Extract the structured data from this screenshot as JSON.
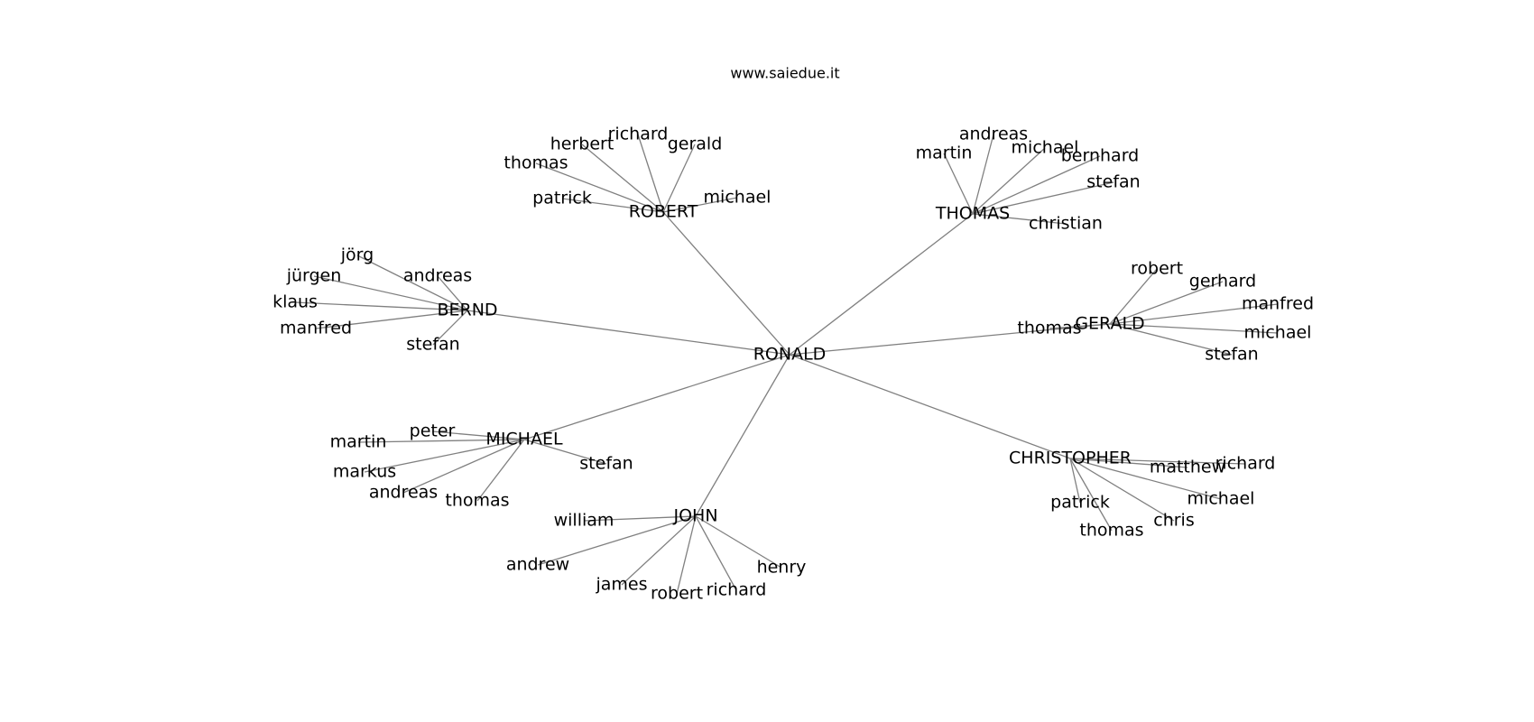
{
  "watermark": "www.saiedue.it",
  "graph": {
    "type": "network",
    "root": "RONALD",
    "branches": [
      {
        "name": "ROBERT",
        "leaves": [
          "herbert",
          "richard",
          "gerald",
          "thomas",
          "patrick",
          "michael"
        ]
      },
      {
        "name": "THOMAS",
        "leaves": [
          "andreas",
          "martin",
          "michael",
          "bernhard",
          "stefan",
          "christian"
        ]
      },
      {
        "name": "BERND",
        "leaves": [
          "jörg",
          "jürgen",
          "andreas",
          "klaus",
          "manfred",
          "stefan"
        ]
      },
      {
        "name": "GERALD",
        "leaves": [
          "robert",
          "gerhard",
          "manfred",
          "thomas",
          "michael",
          "stefan"
        ]
      },
      {
        "name": "MICHAEL",
        "leaves": [
          "peter",
          "martin",
          "markus",
          "andreas",
          "thomas",
          "stefan"
        ]
      },
      {
        "name": "CHRISTOPHER",
        "leaves": [
          "matthew",
          "richard",
          "michael",
          "patrick",
          "chris",
          "thomas"
        ]
      },
      {
        "name": "JOHN",
        "leaves": [
          "william",
          "andrew",
          "james",
          "robert",
          "richard",
          "henry"
        ]
      }
    ]
  }
}
